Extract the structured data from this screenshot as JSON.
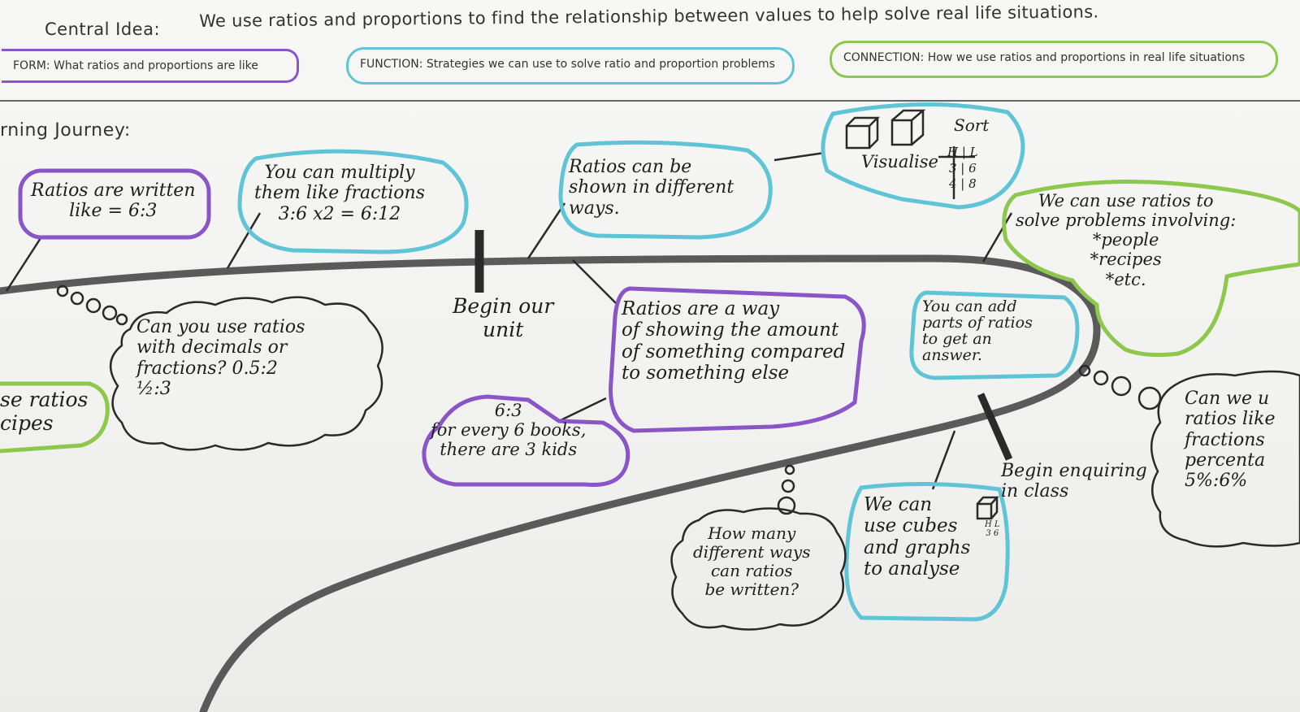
{
  "header": {
    "central_idea_label": "Central Idea:",
    "central_idea_text": "We use ratios and proportions to find the relationship between values to help solve real life situations.",
    "form": "FORM:  What ratios and proportions are like",
    "function": "FUNCTION:  Strategies we can use to solve ratio and proportion problems",
    "connection": "CONNECTION:  How we use ratios and proportions in real life situations"
  },
  "journey_label": "rning Journey:",
  "colors": {
    "form": "#8a55c6",
    "function": "#5ec4d6",
    "connection": "#8cc84b",
    "ink": "#1e1e1e",
    "path": "#5a5a5a"
  },
  "notes": {
    "ratios_written": "Ratios are written\nlike = 6:3",
    "multiply": "You can multiply\nthem like fractions\n3:6 x2 = 6:12",
    "shown_different": "Ratios can be\nshown in different\nways.",
    "visualise": "Visualise",
    "sort": "Sort",
    "sort_table": "H | L\n3 | 6\n4 | 8",
    "solve_problems": "We can use ratios to\nsolve problems involving:\n*people\n*recipes\n*etc.",
    "decimals_question": "Can you use ratios\nwith decimals or\nfractions? 0.5:2\n½:3",
    "recipes_fragment": "se ratios\ncipes",
    "begin_unit": "Begin our\nunit",
    "example_books": "6:3\nfor every 6 books,\nthere are 3 kids",
    "definition": "Ratios are a way\nof showing the amount\nof something compared\nto something else",
    "add_parts": "You can add\nparts of ratios\nto get an\nanswer.",
    "begin_enquiring": "Begin enquiring\nin class",
    "cubes_graphs": "We can\nuse cubes\nand graphs\nto analyse",
    "cubes_mini_table": "H L\n3 6",
    "how_many": "How many\ndifferent ways\ncan ratios\nbe written?",
    "percent_question": "Can we u\nratios like\nfractions\npercenta\n5%:6%"
  }
}
